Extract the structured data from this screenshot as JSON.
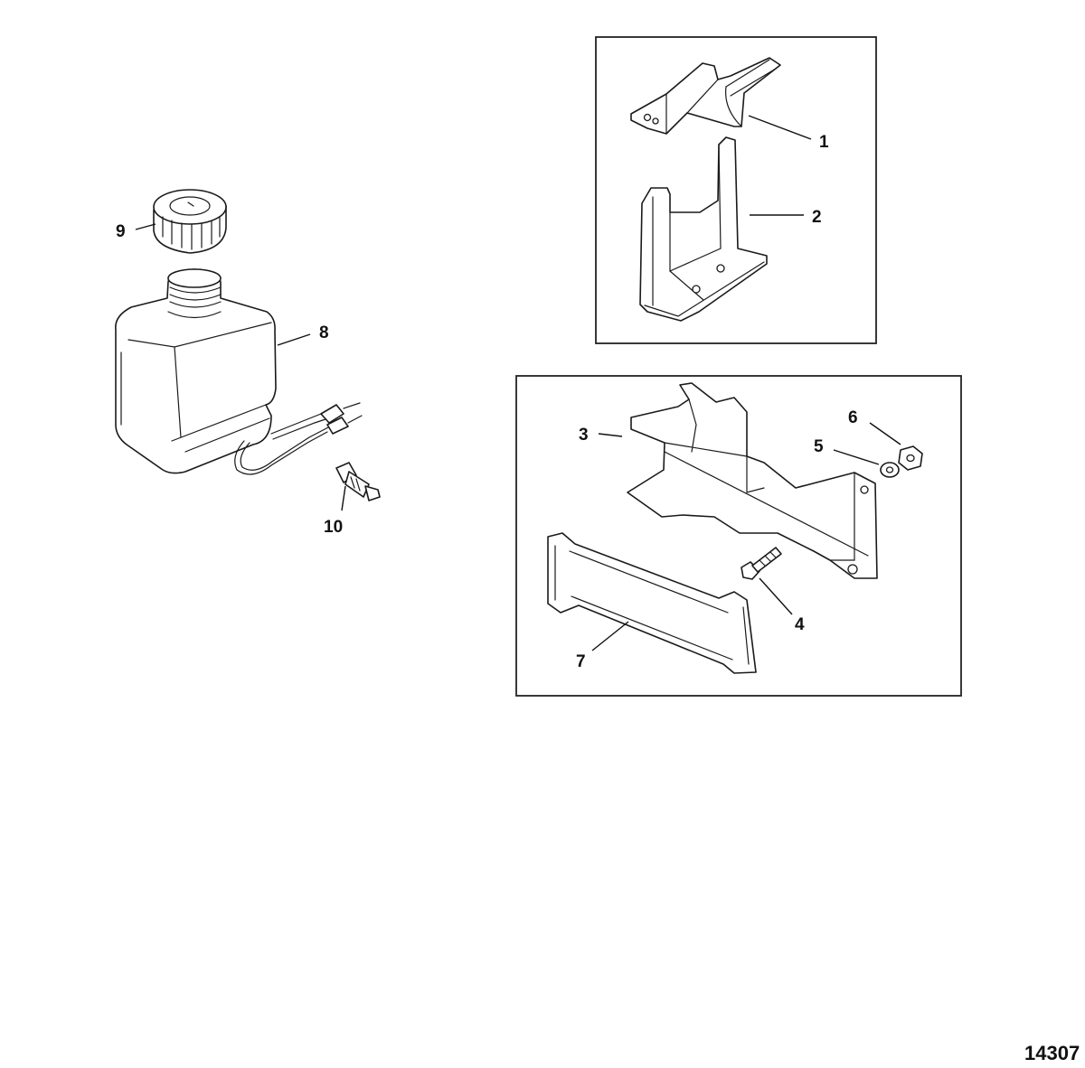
{
  "callouts": {
    "c1": "1",
    "c2": "2",
    "c3": "3",
    "c4": "4",
    "c5": "5",
    "c6": "6",
    "c7": "7",
    "c8": "8",
    "c9": "9",
    "c10": "10"
  },
  "reference_number": "14307"
}
